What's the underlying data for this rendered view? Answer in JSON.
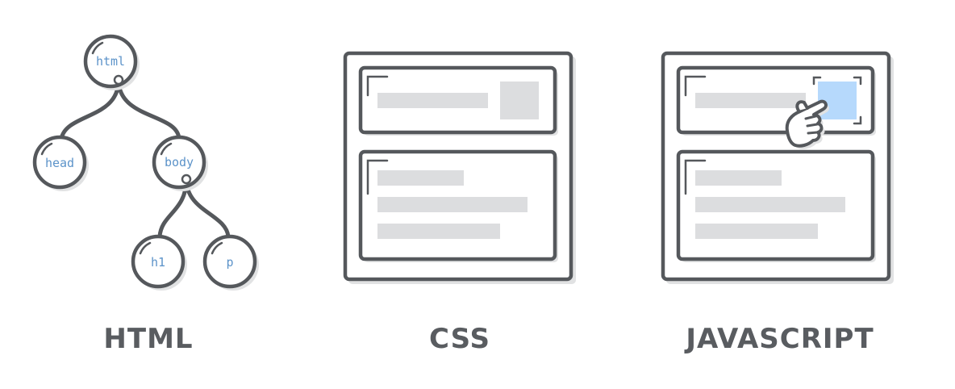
{
  "colors": {
    "stroke": "#55585c",
    "shadow": "#e1e2e3",
    "placeholder": "#dcdddf",
    "highlight": "#b6d9fc",
    "node_text": "#5c93c9",
    "caption": "#595c60"
  },
  "html_panel": {
    "caption": "HTML",
    "tree": {
      "root": "html",
      "root_children": [
        "head",
        "body"
      ],
      "body_children": [
        "h1",
        "p"
      ]
    }
  },
  "css_panel": {
    "caption": "CSS"
  },
  "js_panel": {
    "caption": "JAVASCRIPT",
    "icon": "pointing-hand-icon"
  }
}
